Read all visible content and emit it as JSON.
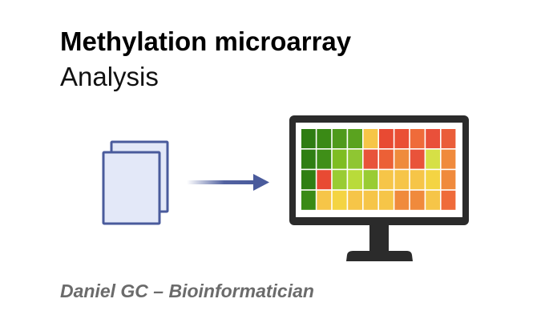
{
  "header": {
    "title": "Methylation microarray",
    "subtitle": "Analysis"
  },
  "footer": {
    "author": "Daniel GC – Bioinformatician"
  },
  "icons": {
    "documents": "documents-icon",
    "arrow": "right-arrow-icon",
    "monitor": "monitor-icon",
    "heatmap": "heatmap-icon"
  },
  "colors": {
    "document_stroke": "#4a5b9c",
    "document_fill": "#e3e8f8",
    "arrow": "#4a5b9c",
    "monitor_frame": "#2b2b2b",
    "screen_background": "#ffffff"
  },
  "heatmap": {
    "rows": [
      [
        "#2e7d12",
        "#3a8a15",
        "#4f9a1c",
        "#5aa31f",
        "#f6c548",
        "#e84a33",
        "#ea4f35",
        "#ef6b3a",
        "#e9503a",
        "#ea5d39"
      ],
      [
        "#2f7f13",
        "#3f8f18",
        "#7ebd22",
        "#8fc632",
        "#e8533a",
        "#ec6036",
        "#ef8b3c",
        "#e9533a",
        "#d6e046",
        "#f08a3c"
      ],
      [
        "#2f7f13",
        "#e84a33",
        "#99cc33",
        "#b9db3a",
        "#99cc33",
        "#f6c548",
        "#f6c548",
        "#f6c548",
        "#f4d443",
        "#f08a3c"
      ],
      [
        "#3a8a15",
        "#f6c548",
        "#f4d443",
        "#f6c548",
        "#f6c548",
        "#f6c548",
        "#f08a3c",
        "#f08a3c",
        "#f6c548",
        "#ef6b3a"
      ]
    ]
  }
}
